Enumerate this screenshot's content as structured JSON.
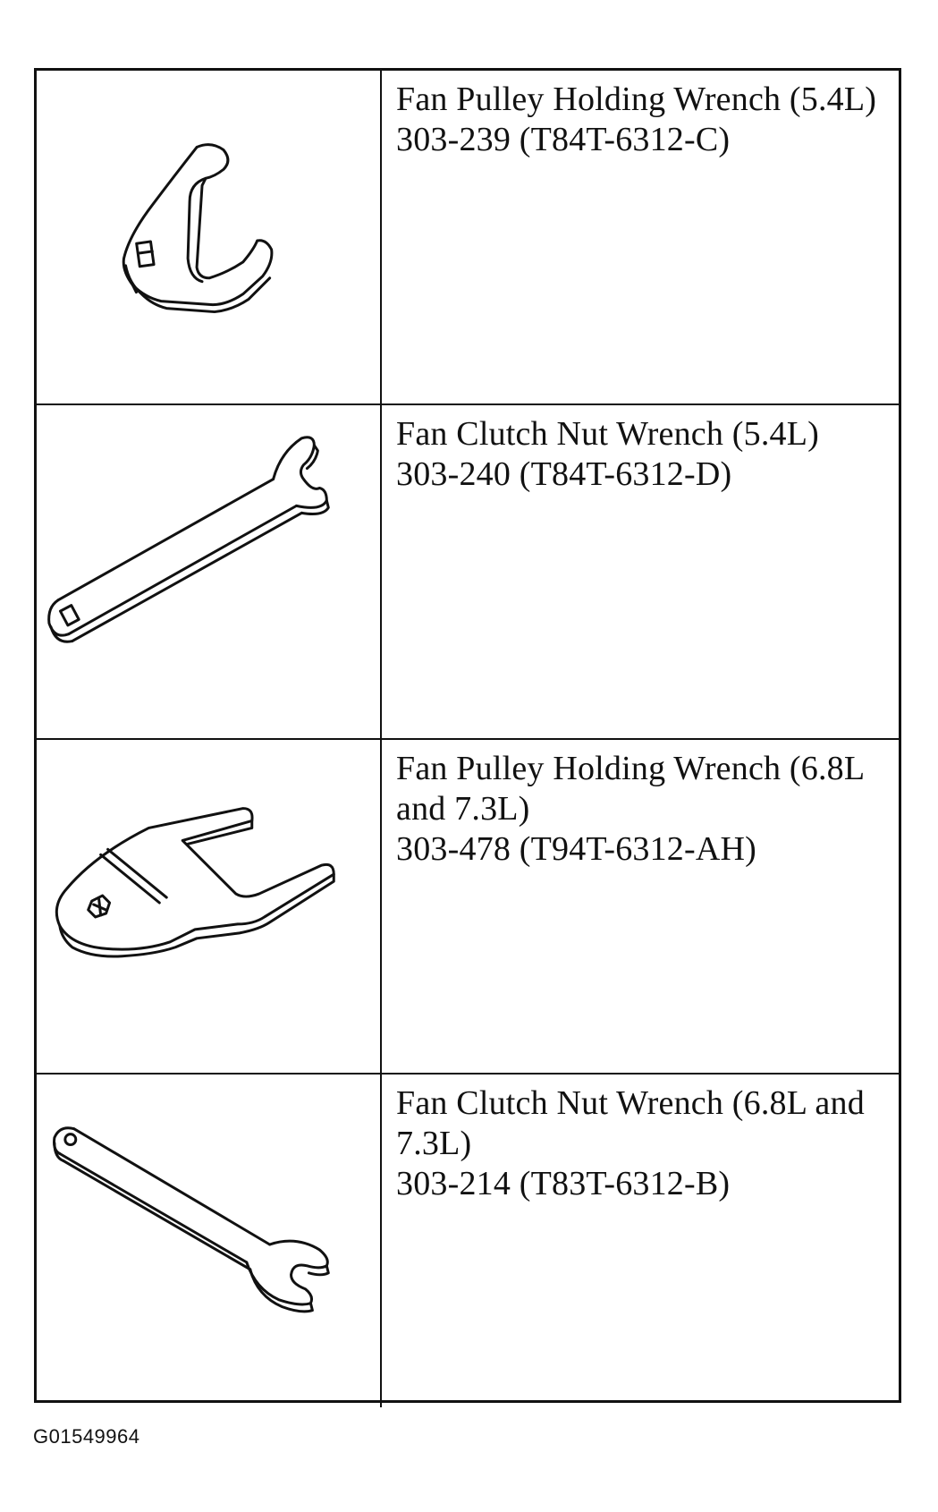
{
  "tools": [
    {
      "name": "Fan Pulley Holding Wrench (5.4L)",
      "number": "303-239 (T84T-6312-C)",
      "icon": "fan-pulley-holding-wrench-5-4l-icon"
    },
    {
      "name": "Fan Clutch Nut Wrench (5.4L)",
      "number": "303-240 (T84T-6312-D)",
      "icon": "fan-clutch-nut-wrench-5-4l-icon"
    },
    {
      "name": "Fan Pulley Holding Wrench (6.8L and 7.3L)",
      "number": "303-478 (T94T-6312-AH)",
      "icon": "fan-pulley-holding-wrench-6-8l-icon"
    },
    {
      "name": "Fan Clutch Nut Wrench (6.8L and 7.3L)",
      "number": "303-214 (T83T-6312-B)",
      "icon": "fan-clutch-nut-wrench-6-8l-icon"
    }
  ],
  "figure_id": "G01549964"
}
